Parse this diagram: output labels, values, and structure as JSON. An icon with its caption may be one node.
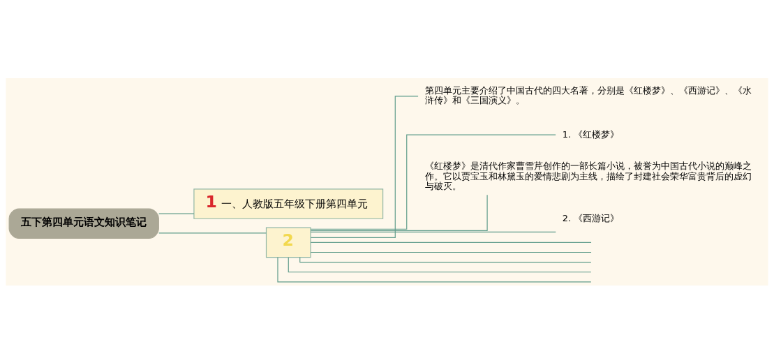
{
  "diagram": {
    "nodes": [
      {
        "text": [
          "五下第四单元语文知识笔记"
        ]
      },
      {
        "text": [
          "1",
          "一、人教版五年级下册第四单元"
        ]
      },
      {
        "text": [
          "2"
        ]
      },
      {
        "text": [
          "第四单元主要介绍了中国古代的四大名著，分别是《红楼梦》、《西游记》、《水浒传》和《三国演义》。"
        ]
      },
      {
        "text": [
          "1. 《红楼梦》"
        ]
      },
      {
        "text": [
          "《红楼梦》是清代作家曹雪芹创作的一部长篇小说，被誉为中国古代小说的巅峰之作。它以贾宝玉和林黛玉的爱情悲剧为主线，描绘了封建社会荣华富贵背后的虚幻与破灭。"
        ]
      },
      {
        "text": [
          "2. 《西游记》"
        ]
      }
    ],
    "edges": [
      {
        "from": 0,
        "to": 1,
        "arrow": "none"
      },
      {
        "from": 0,
        "to": 2,
        "arrow": "none"
      },
      {
        "from": 2,
        "to": 3,
        "arrow": "none"
      },
      {
        "from": 2,
        "to": 4,
        "arrow": "none"
      },
      {
        "from": 2,
        "to": 5,
        "arrow": "none"
      },
      {
        "from": 2,
        "to": 6,
        "arrow": "none"
      },
      {
        "from": 2,
        "to": null,
        "arrow": "none"
      },
      {
        "from": 2,
        "to": null,
        "arrow": "none"
      },
      {
        "from": 2,
        "to": null,
        "arrow": "none"
      },
      {
        "from": 2,
        "to": null,
        "arrow": "none"
      },
      {
        "from": 2,
        "to": null,
        "arrow": "none"
      }
    ]
  }
}
